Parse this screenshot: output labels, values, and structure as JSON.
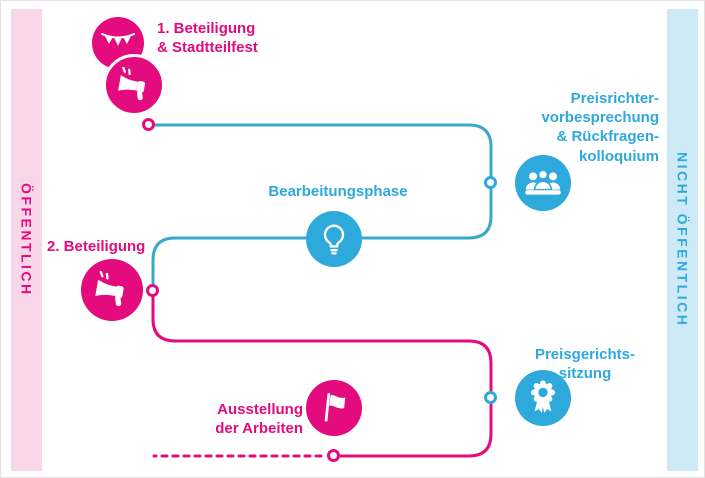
{
  "diagram": {
    "sidebar_left": {
      "label": "ÖFFENTLICH"
    },
    "sidebar_right": {
      "label": "NICHT ÖFFENTLICH"
    },
    "colors": {
      "pink": "#e30b7d",
      "blue": "#2ea9dc",
      "line_teal": "#3aa8c9",
      "sidebar_pink_bg": "#f9d7e8",
      "sidebar_blue_bg": "#cfeaf7"
    },
    "nodes": {
      "beteiligung1": {
        "label": "1. Beteiligung\n& Stadtteilfest",
        "icons": [
          "bunting-icon",
          "megaphone-icon"
        ],
        "color": "#e30b7d"
      },
      "preisrichter": {
        "label": "Preisrichter-\nvorbesprechung\n& Rückfragen-\nkolloquium",
        "icons": [
          "audience-icon"
        ],
        "color": "#2ea9dc"
      },
      "bearbeitung": {
        "label": "Bearbeitungsphase",
        "icons": [
          "lightbulb-icon"
        ],
        "color": "#2ea9dc"
      },
      "beteiligung2": {
        "label": "2. Beteiligung",
        "icons": [
          "megaphone-icon"
        ],
        "color": "#e30b7d"
      },
      "preisgericht": {
        "label": "Preisgerichts-\nsitzung",
        "icons": [
          "award-icon"
        ],
        "color": "#2ea9dc"
      },
      "ausstellung": {
        "label": "Ausstellung\nder Arbeiten",
        "icons": [
          "flag-icon"
        ],
        "color": "#e30b7d"
      }
    }
  }
}
